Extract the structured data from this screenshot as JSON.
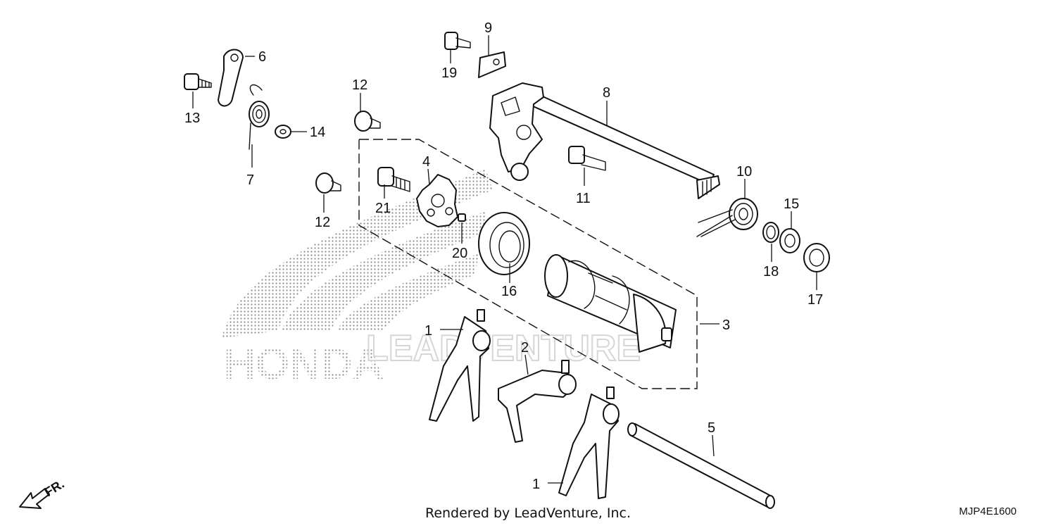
{
  "diagram": {
    "callouts": {
      "c1a": "1",
      "c1b": "1",
      "c2": "2",
      "c3": "3",
      "c4": "4",
      "c5": "5",
      "c6": "6",
      "c7": "7",
      "c8": "8",
      "c9": "9",
      "c10": "10",
      "c11": "11",
      "c12a": "12",
      "c12b": "12",
      "c13": "13",
      "c14": "14",
      "c15": "15",
      "c16": "16",
      "c17": "17",
      "c18": "18",
      "c19": "19",
      "c20": "20",
      "c21": "21"
    },
    "direction_label": "FR.",
    "watermark_brand": "HONDA",
    "watermark_renderer": "LEADVENTURE"
  },
  "footer": {
    "credit": "Rendered by LeadVenture, Inc.",
    "diagram_code": "MJP4E1600"
  },
  "colors": {
    "line": "#111111",
    "watermark": "#9a9a9a",
    "background": "#ffffff"
  }
}
